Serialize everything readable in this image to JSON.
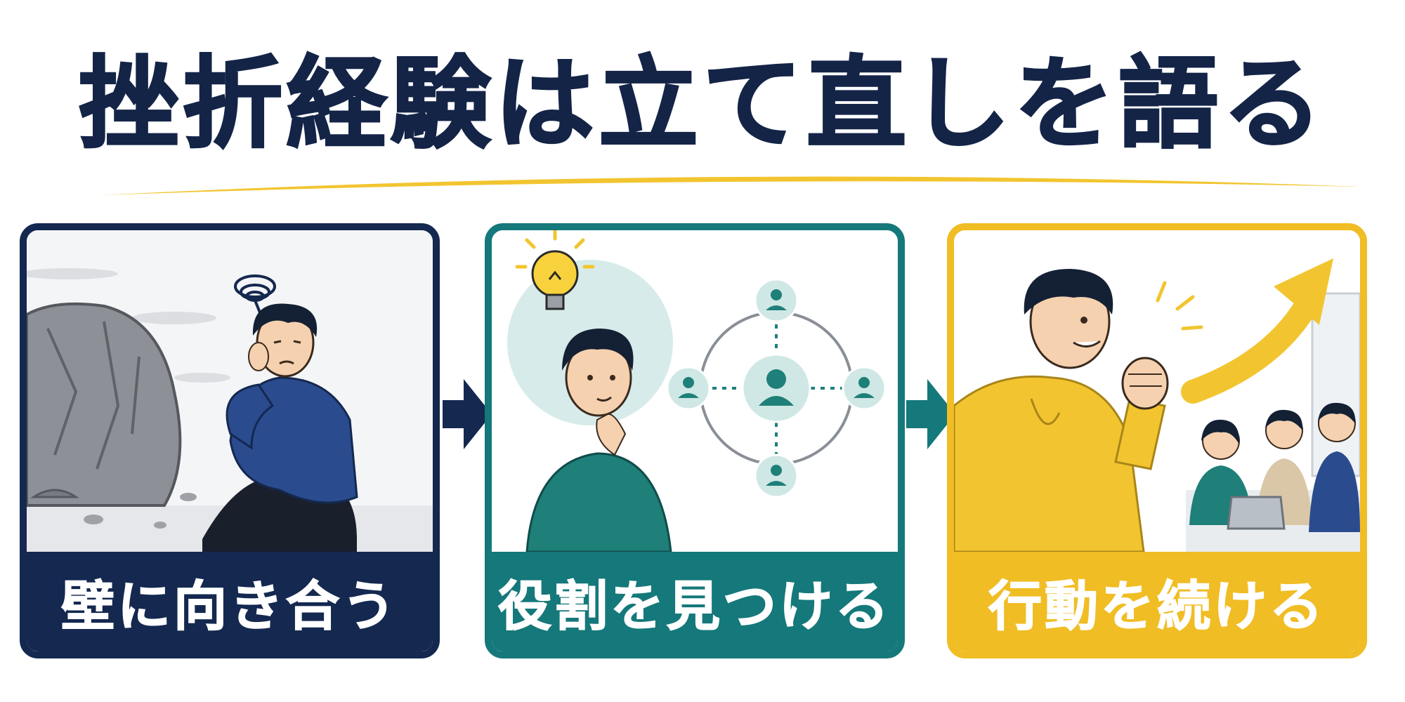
{
  "title": "挫折経験は立て直しを語る",
  "steps": [
    {
      "label": "壁に向き合う",
      "color": "#142850"
    },
    {
      "label": "役割を見つける",
      "color": "#15787a"
    },
    {
      "label": "行動を続ける",
      "color": "#f0bd24"
    }
  ],
  "accent": "#f0bd24",
  "title_color": "#142447",
  "icons": [
    "boulder",
    "stress-scribble-icon",
    "lightbulb-icon",
    "network-people-icon",
    "upward-arrow-icon",
    "fist-icon"
  ]
}
